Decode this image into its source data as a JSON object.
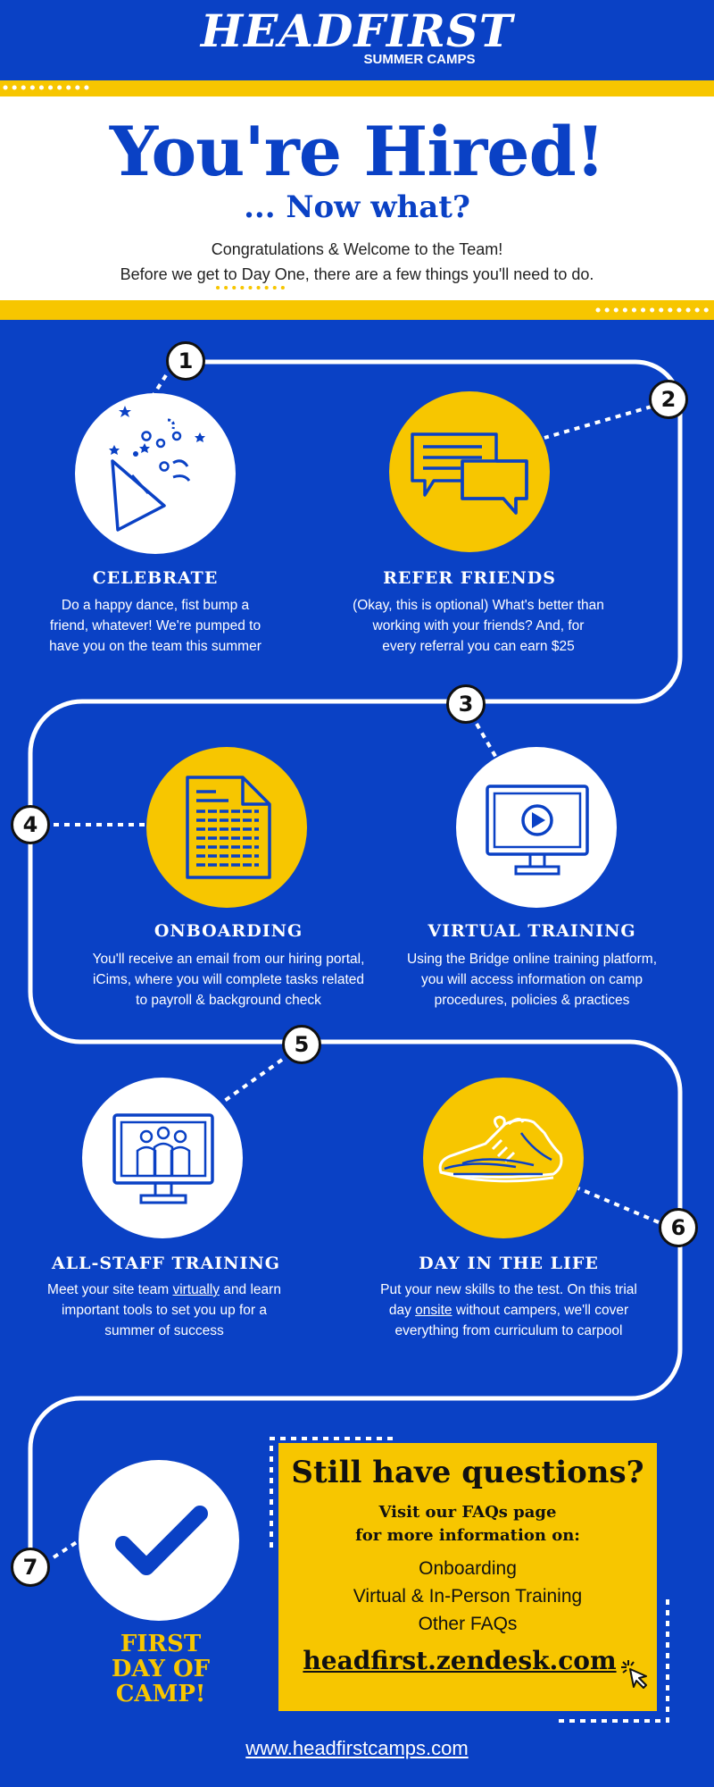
{
  "brand": {
    "name": "HEADFIRST",
    "subtitle": "SUMMER CAMPS"
  },
  "hero": {
    "title": "You're Hired!",
    "subtitle": "... Now what?",
    "line1": "Congratulations & Welcome to the Team!",
    "line2": "Before we get to Day One, there are a few things you'll need to do."
  },
  "steps": [
    {
      "number": "1",
      "title": "CELEBRATE",
      "lines": [
        "Do a happy dance, fist bump a",
        "friend, whatever! We're pumped to",
        "have you on the team this summer"
      ],
      "icon": "party-popper-icon"
    },
    {
      "number": "2",
      "title": "REFER FRIENDS",
      "lines": [
        "(Okay, this is optional) What's better than",
        "working with your friends? And, for",
        "every referral you can earn $25"
      ],
      "icon": "chat-bubbles-icon"
    },
    {
      "number": "3",
      "title": "VIRTUAL TRAINING",
      "lines": [
        "Using the Bridge online training platform,",
        "you will access information on camp",
        "procedures, policies & practices"
      ],
      "icon": "video-monitor-icon"
    },
    {
      "number": "4",
      "title": "ONBOARDING",
      "lines": [
        "You'll receive an email from our hiring portal,",
        "iCims, where you will complete tasks related",
        "to payroll & background check"
      ],
      "icon": "document-icon"
    },
    {
      "number": "5",
      "title": "ALL-STAFF TRAINING",
      "line1_pre": "Meet your site team ",
      "line1_u": "virtually",
      "line1_post": " and learn",
      "lines": [
        "important tools to set you up for a",
        "summer of success"
      ],
      "icon": "team-monitor-icon"
    },
    {
      "number": "6",
      "title": "DAY IN THE LIFE",
      "line1": "Put your new skills to the test. On this trial",
      "line2_pre": "day ",
      "line2_u": "onsite",
      "line2_post": " without campers, we'll cover",
      "line3": "everything from curriculum to carpool",
      "icon": "sneaker-icon"
    },
    {
      "number": "7",
      "title_lines": [
        "FIRST",
        "DAY OF",
        "CAMP!"
      ],
      "icon": "checkmark-icon"
    }
  ],
  "questions": {
    "title": "Still have questions?",
    "sub1": "Visit our FAQs page",
    "sub2": "for more information on:",
    "links": [
      "Onboarding",
      "Virtual & In-Person Training",
      "Other FAQs"
    ],
    "url": "headfirst.zendesk.com"
  },
  "footer": {
    "url": "www.headfirstcamps.com"
  },
  "colors": {
    "blue": "#0a41c5",
    "yellow": "#f7c600",
    "white": "#ffffff"
  }
}
